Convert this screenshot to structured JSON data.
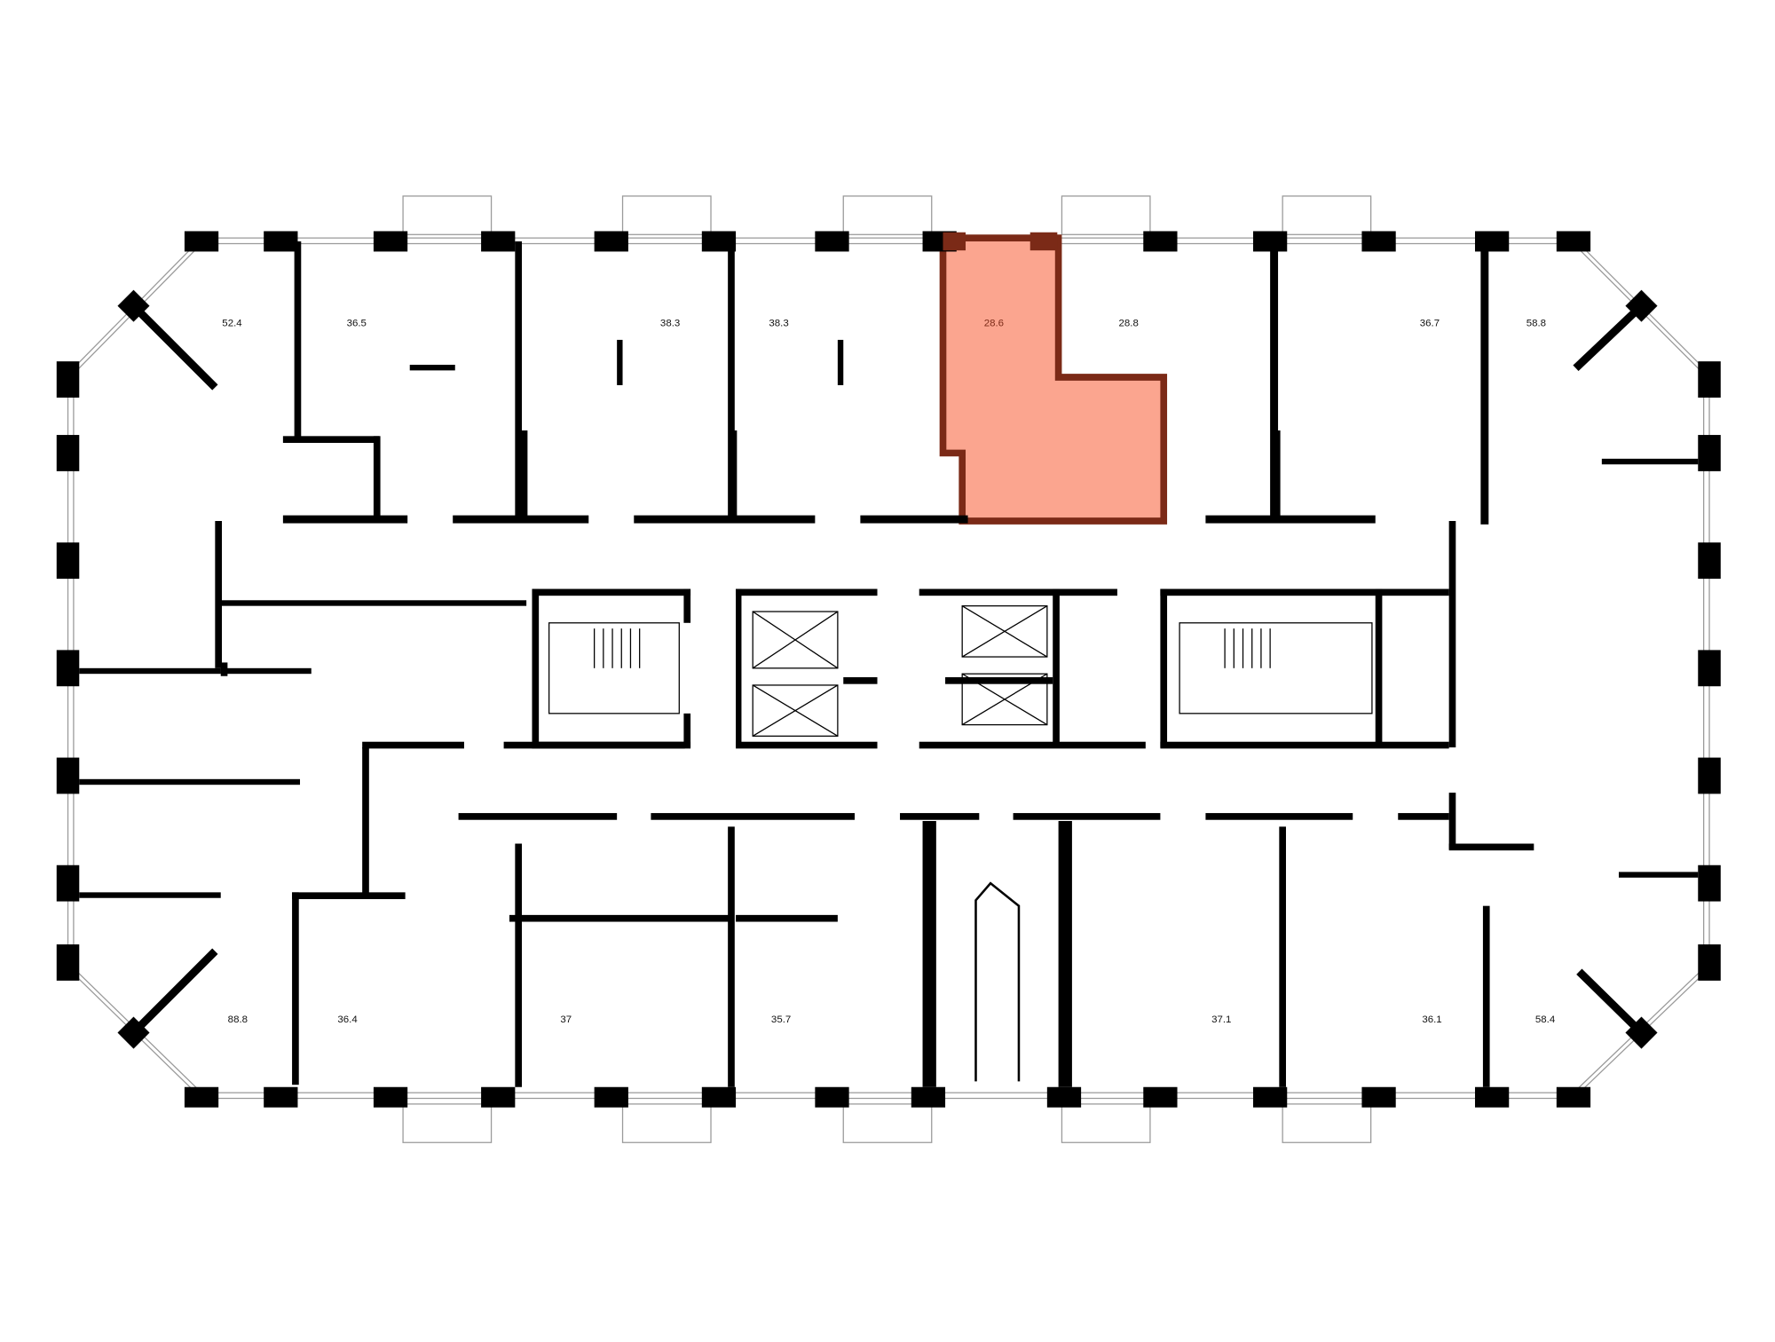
{
  "plan": {
    "selected_unit": "28.6",
    "colors": {
      "selected_fill": "#fba58f",
      "selected_wall": "#7b2a17",
      "wall": "#000000",
      "thin": "#9a9a9a"
    },
    "top_units": [
      "52.4",
      "36.5",
      "38.3",
      "38.3",
      "28.6",
      "28.8",
      "36.7",
      "58.8"
    ],
    "bottom_units": [
      "88.8",
      "36.4",
      "37",
      "35.7",
      "37.1",
      "36.1",
      "58.4"
    ]
  }
}
